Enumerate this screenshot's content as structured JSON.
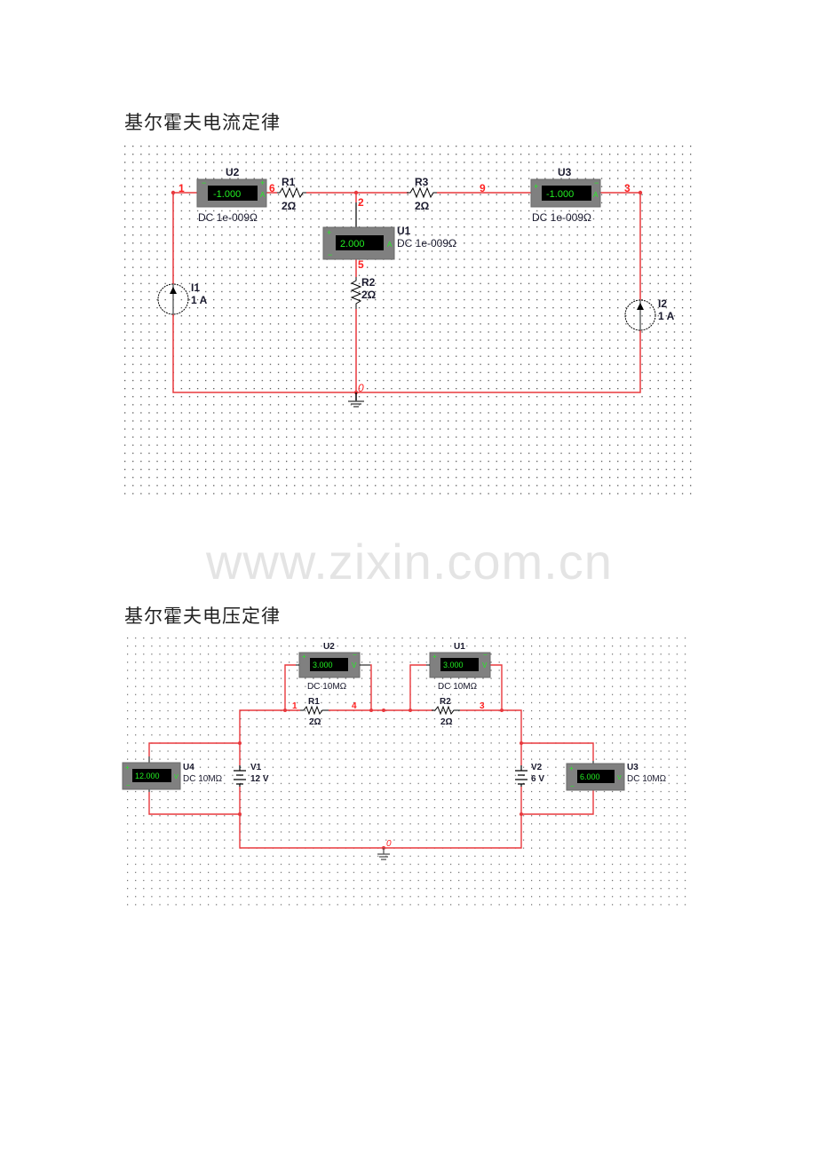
{
  "watermark": "www.zixin.com.cn",
  "kcl": {
    "title": "基尔霍夫电流定律",
    "nodes": [
      "1",
      "6",
      "2",
      "9",
      "3",
      "5",
      "0"
    ],
    "meters": {
      "U2": {
        "name": "U2",
        "reading": "-1.000",
        "unit": "A",
        "mode": "DC  1e-009Ω",
        "left_pol": "−",
        "right_pol": "+"
      },
      "U3": {
        "name": "U3",
        "reading": "-1.000",
        "unit": "A",
        "mode": "DC  1e-009Ω",
        "left_pol": "+",
        "right_pol": "−"
      },
      "U1": {
        "name": "U1",
        "reading": "2.000",
        "unit": "A",
        "mode": "DC  1e-009Ω",
        "top_pol": "+",
        "bottom_pol": "−"
      }
    },
    "resistors": {
      "R1": {
        "name": "R1",
        "value": "2Ω"
      },
      "R2": {
        "name": "R2",
        "value": "2Ω"
      },
      "R3": {
        "name": "R3",
        "value": "2Ω"
      }
    },
    "sources": {
      "I1": {
        "name": "I1",
        "value": "1 A"
      },
      "I2": {
        "name": "I2",
        "value": "1 A"
      }
    }
  },
  "kvl": {
    "title": "基尔霍夫电压定律",
    "nodes": [
      "1",
      "4",
      "3",
      "0"
    ],
    "meters": {
      "U2": {
        "name": "U2",
        "reading": "3.000",
        "unit": "V",
        "mode": "DC  10MΩ",
        "left_pol": "+",
        "right_pol": "−"
      },
      "U1": {
        "name": "U1",
        "reading": "3.000",
        "unit": "V",
        "mode": "DC  10MΩ",
        "left_pol": "+",
        "right_pol": "−"
      },
      "U4": {
        "name": "U4",
        "reading": "12.000",
        "unit": "V",
        "mode": "DC  10MΩ",
        "top_pol": "+",
        "bottom_pol": "−"
      },
      "U3": {
        "name": "U3",
        "reading": "6.000",
        "unit": "V",
        "mode": "DC  10MΩ",
        "top_pol": "+",
        "bottom_pol": "−"
      }
    },
    "resistors": {
      "R1": {
        "name": "R1",
        "value": "2Ω"
      },
      "R2": {
        "name": "R2",
        "value": "2Ω"
      }
    },
    "sources": {
      "V1": {
        "name": "V1",
        "value": "12 V"
      },
      "V2": {
        "name": "V2",
        "value": "6 V"
      }
    }
  },
  "colors": {
    "wire": "#e8383d",
    "node_label": "#ff2020",
    "meter_body": "#808080",
    "meter_screen": "#000000",
    "meter_text": "#22ee22",
    "component": "#000000",
    "label": "#1a1a2e",
    "grid_dot": "#555555"
  }
}
